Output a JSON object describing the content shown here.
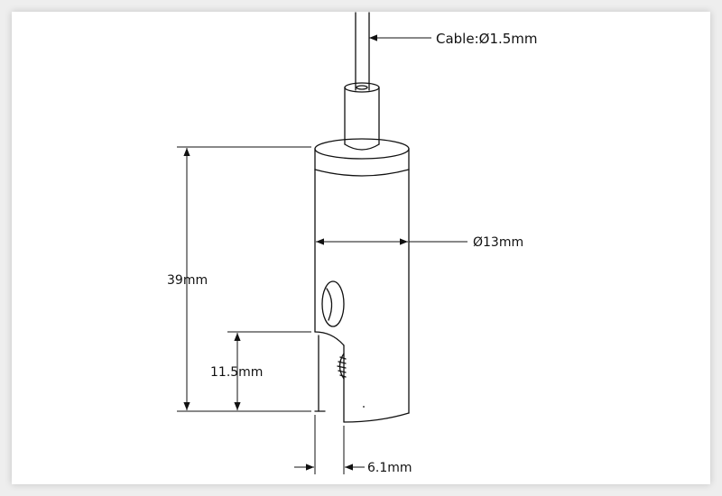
{
  "labels": {
    "cable": "Cable:Ø1.5mm",
    "diameter": "Ø13mm",
    "height_total": "39mm",
    "height_slot": "11.5mm",
    "width_slot": "6.1mm"
  },
  "colors": {
    "line": "#111111",
    "background": "#ffffff",
    "frame": "#eeeeee"
  }
}
